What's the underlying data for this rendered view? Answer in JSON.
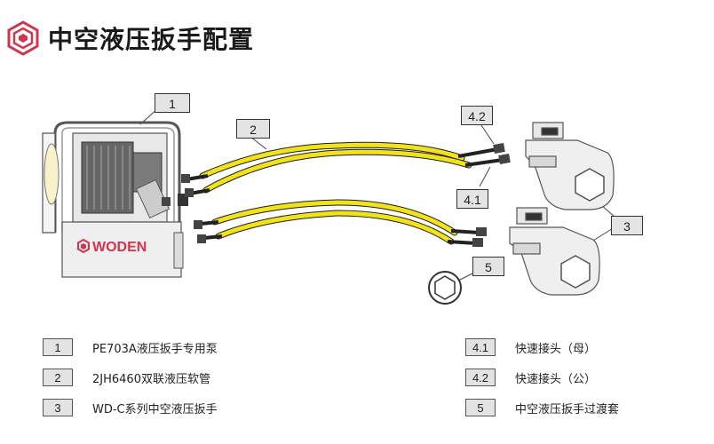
{
  "header": {
    "title": "中空液压扳手配置",
    "logo_color": "#d2344e"
  },
  "pump": {
    "brand": "WODEN"
  },
  "callouts": {
    "c1": "1",
    "c2": "2",
    "c3": "3",
    "c41": "4.1",
    "c42": "4.2",
    "c5": "5"
  },
  "legend": [
    {
      "num": "1",
      "label": "PE703A液压扳手专用泵"
    },
    {
      "num": "2",
      "label": "2JH6460双联液压软管"
    },
    {
      "num": "3",
      "label": "WD-C系列中空液压扳手"
    },
    {
      "num": "4.1",
      "label": "快速接头（母）"
    },
    {
      "num": "4.2",
      "label": "快速接头（公）"
    },
    {
      "num": "5",
      "label": "中空液压扳手过渡套"
    }
  ],
  "colors": {
    "hose": "#f2e21a",
    "accent": "#d2344e",
    "callout_bg": "#e4e4e4"
  }
}
